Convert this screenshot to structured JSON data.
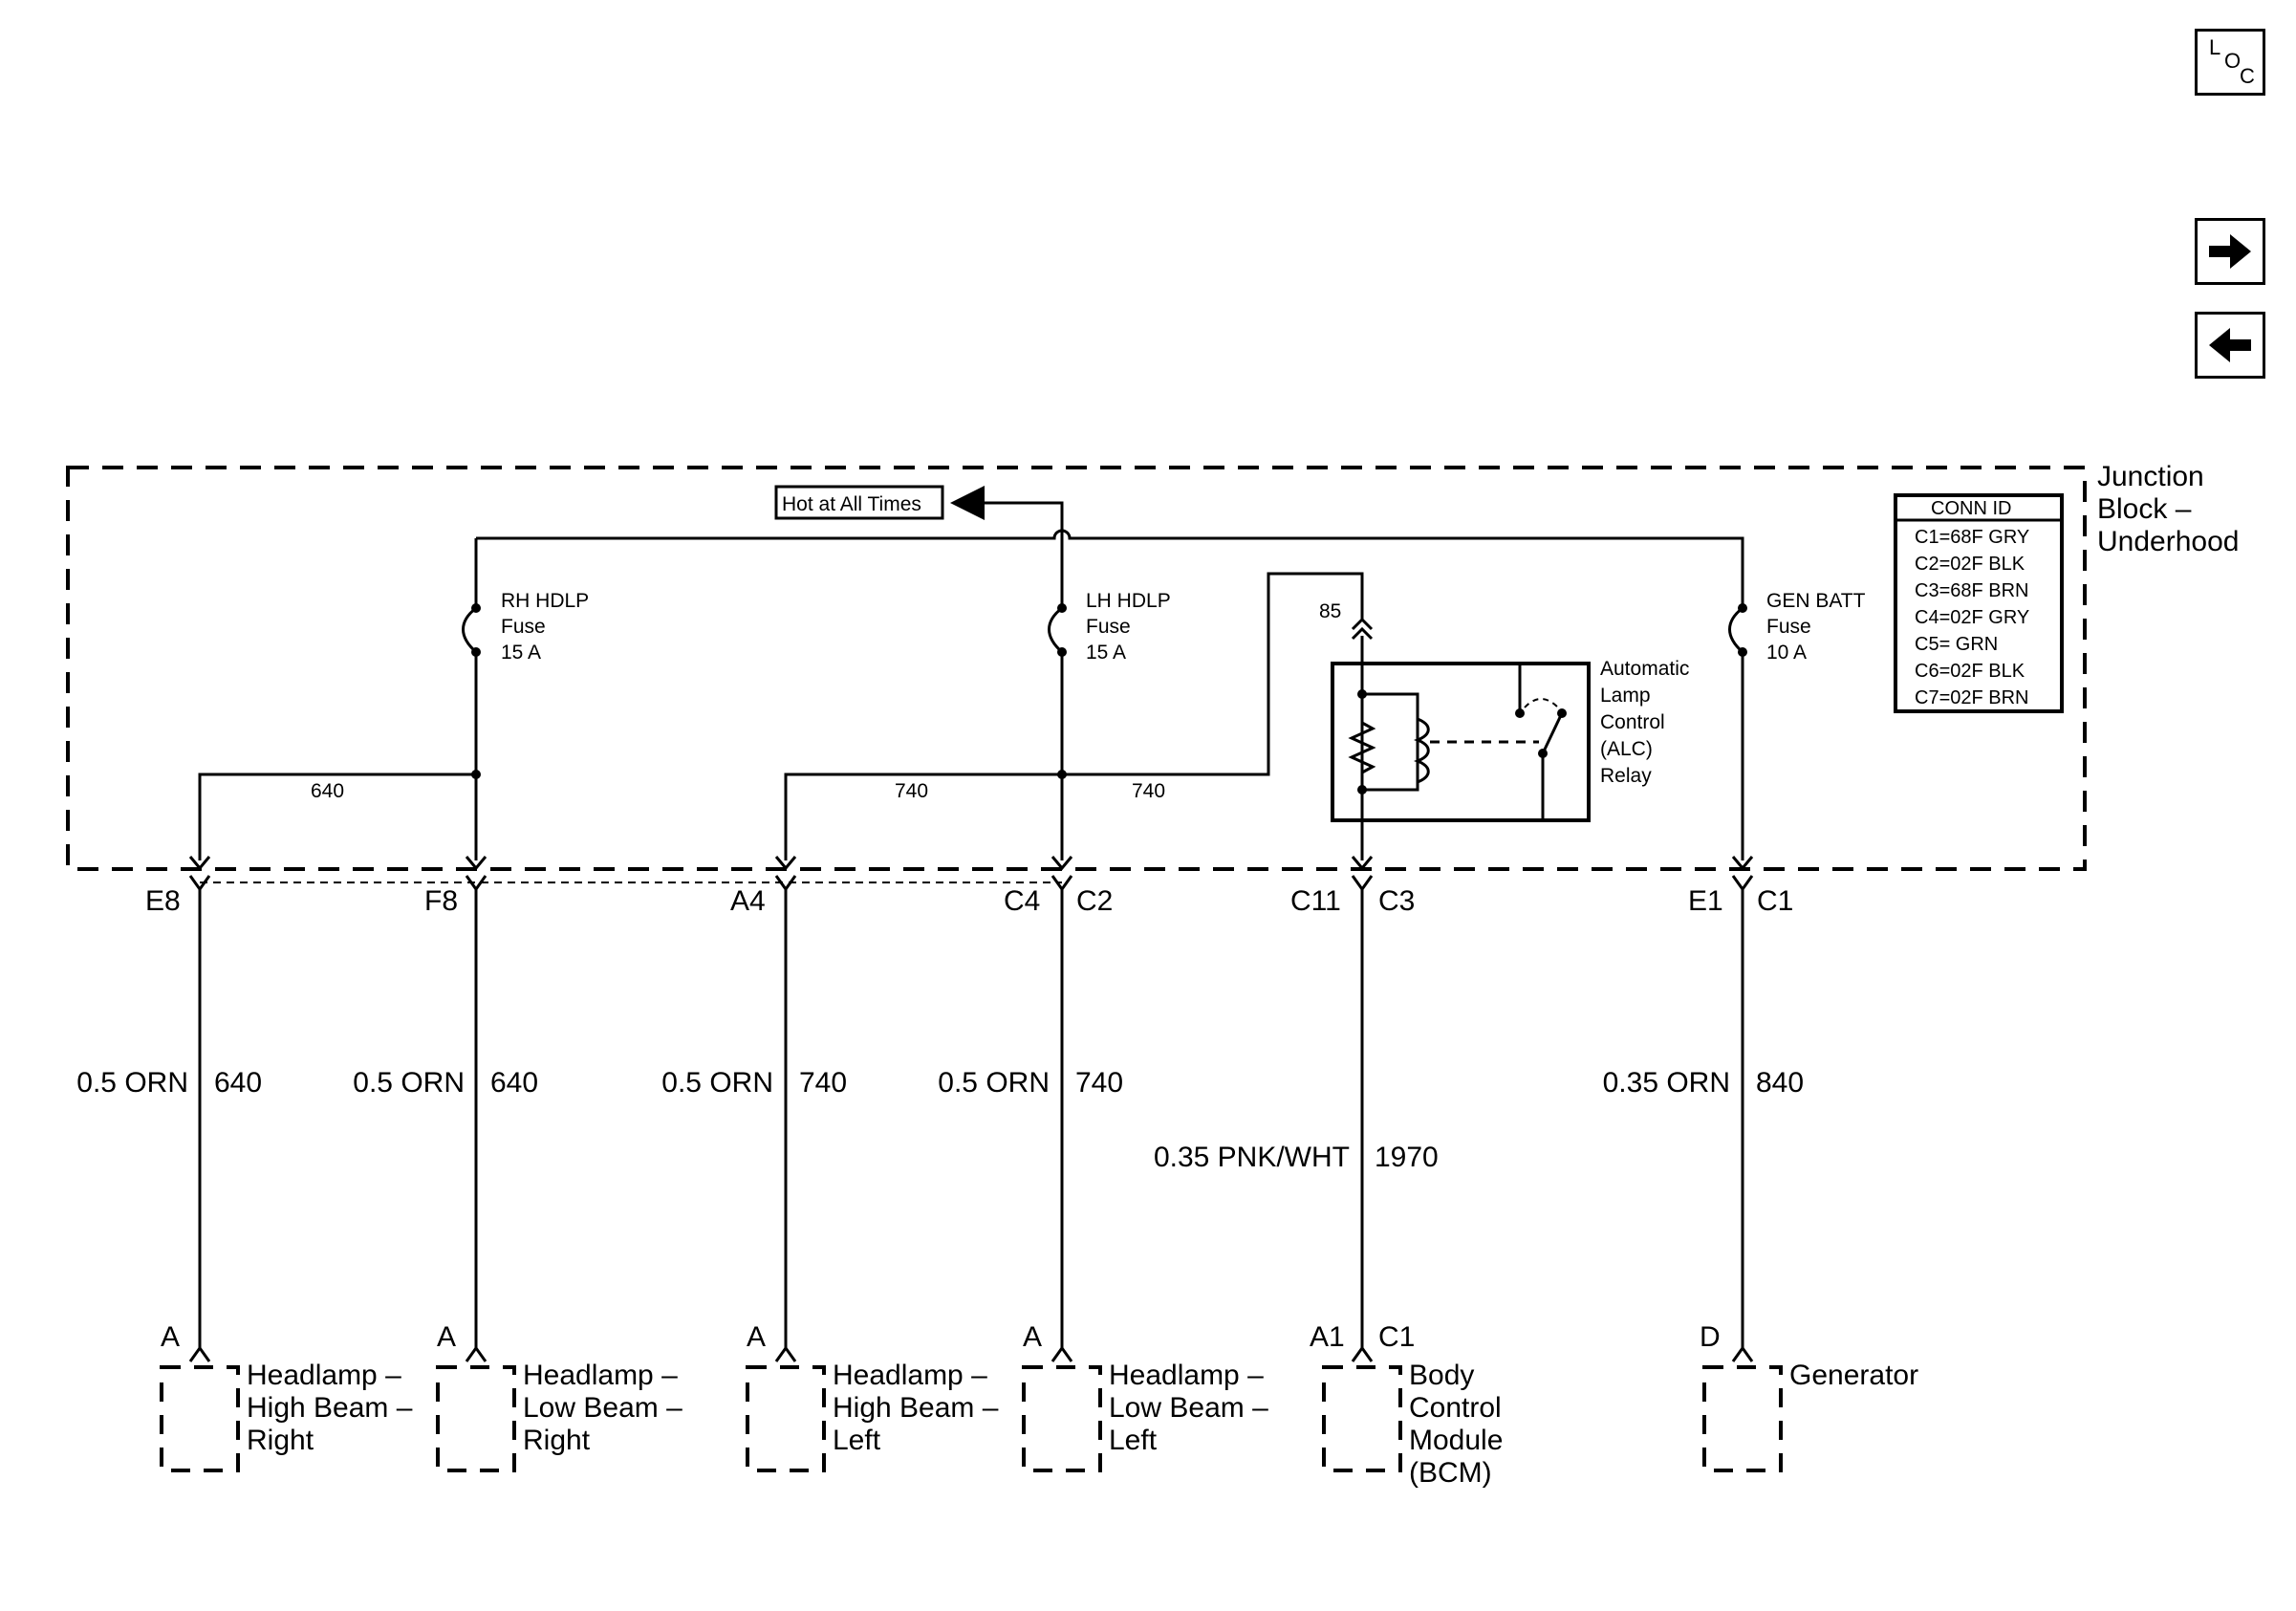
{
  "nav": {
    "loc": {
      "l": "L",
      "o": "O",
      "c": "C"
    },
    "next_icon": "arrow-right-icon",
    "prev_icon": "arrow-left-icon"
  },
  "junction_block": {
    "line1": "Junction",
    "line2": "Block –",
    "line3": "Underhood"
  },
  "hot_label": "Hot at All Times",
  "conn_id": {
    "title": "CONN ID",
    "rows": [
      "C1=68F GRY",
      "C2=02F BLK",
      "C3=68F BRN",
      "C4=02F GRY",
      "C5=  GRN",
      "C6=02F BLK",
      "C7=02F BRN"
    ]
  },
  "fuses": {
    "rh": {
      "l1": "RH HDLP",
      "l2": "Fuse",
      "l3": "15 A"
    },
    "lh": {
      "l1": "LH HDLP",
      "l2": "Fuse",
      "l3": "15 A"
    },
    "gen": {
      "l1": "GEN BATT",
      "l2": "Fuse",
      "l3": "10 A"
    }
  },
  "relay": {
    "pin": "85",
    "l1": "Automatic",
    "l2": "Lamp",
    "l3": "Control",
    "l4": "(ALC)",
    "l5": "Relay"
  },
  "internal_circuits": {
    "c640": "640",
    "c740a": "740",
    "c740b": "740"
  },
  "connectors": {
    "e8": "E8",
    "f8": "F8",
    "a4": "A4",
    "c4": "C4",
    "c2": "C2",
    "c11": "C11",
    "c3": "C3",
    "e1": "E1",
    "c1": "C1"
  },
  "wires": {
    "w1": {
      "gauge": "0.5 ORN",
      "circuit": "640"
    },
    "w2": {
      "gauge": "0.5 ORN",
      "circuit": "640"
    },
    "w3": {
      "gauge": "0.5 ORN",
      "circuit": "740"
    },
    "w4": {
      "gauge": "0.5 ORN",
      "circuit": "740"
    },
    "w5": {
      "gauge": "0.35 PNK/WHT",
      "circuit": "1970"
    },
    "w6": {
      "gauge": "0.35 ORN",
      "circuit": "840"
    }
  },
  "components": {
    "hb_right": {
      "pin": "A",
      "l1": "Headlamp –",
      "l2": "High Beam –",
      "l3": "Right"
    },
    "lb_right": {
      "pin": "A",
      "l1": "Headlamp –",
      "l2": "Low Beam –",
      "l3": "Right"
    },
    "hb_left": {
      "pin": "A",
      "l1": "Headlamp –",
      "l2": "High Beam –",
      "l3": "Left"
    },
    "lb_left": {
      "pin": "A",
      "l1": "Headlamp –",
      "l2": "Low Beam –",
      "l3": "Left"
    },
    "bcm": {
      "pin": "A1",
      "conn": "C1",
      "l1": "Body",
      "l2": "Control",
      "l3": "Module",
      "l4": "(BCM)"
    },
    "generator": {
      "pin": "D",
      "l1": "Generator"
    }
  }
}
